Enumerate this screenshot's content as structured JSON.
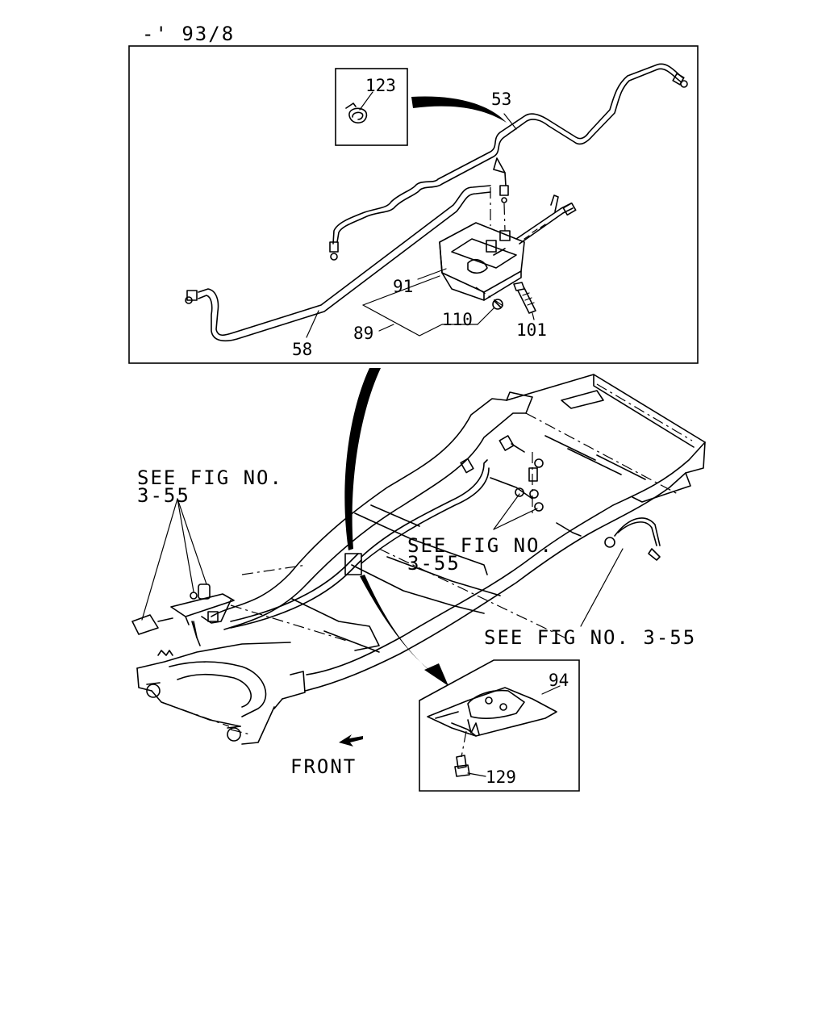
{
  "header": {
    "date_code": "-' 93/8"
  },
  "callouts": {
    "p123": "123",
    "p53": "53",
    "p91": "91",
    "p89": "89",
    "p110": "110",
    "p101": "101",
    "p58": "58",
    "p94": "94",
    "p129": "129"
  },
  "references": {
    "left_line1": "SEE FIG NO.",
    "left_line2": "3-55",
    "center_line1": "SEE FIG NO.",
    "center_line2": "3-55",
    "right": "SEE FIG NO. 3-55"
  },
  "direction": {
    "front_label": "FRONT"
  }
}
